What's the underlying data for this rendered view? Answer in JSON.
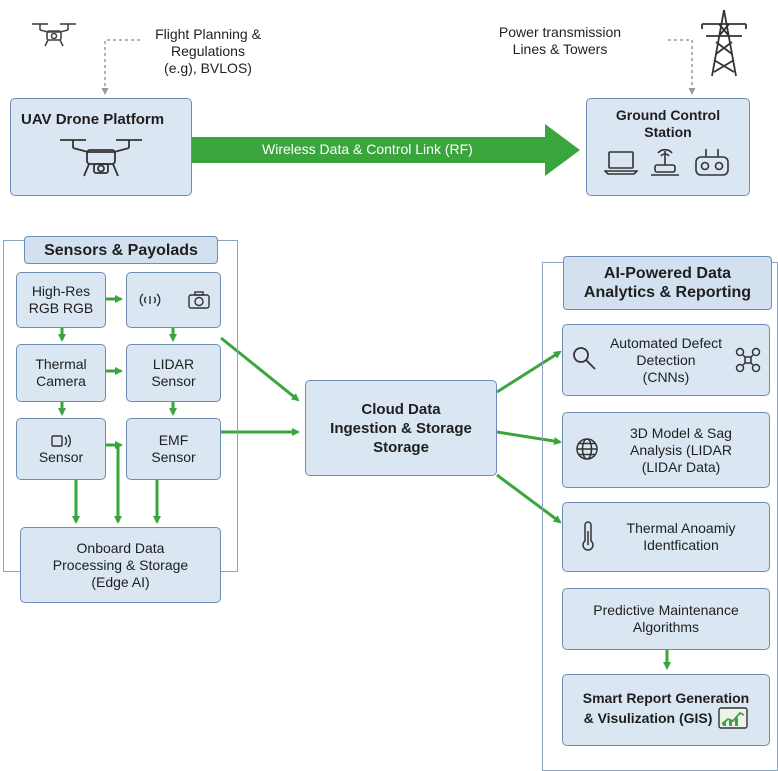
{
  "top": {
    "flight_planning": [
      "Flight Planning &",
      "Regulations",
      "(e.g), BVLOS)"
    ],
    "power_lines": [
      "Power transmission",
      "Lines & Towers"
    ],
    "uav_platform": "UAV Drone Platform",
    "ground_station": [
      "Ground Control",
      "Station"
    ],
    "rf_link": "Wireless Data & Control Link (RF)"
  },
  "sensors": {
    "title": "Sensors & Payolads",
    "high_res": [
      "High-Res",
      "RGB RGB"
    ],
    "thermal": [
      "Thermal",
      "Camera"
    ],
    "lidar": [
      "LIDAR",
      "Sensor"
    ],
    "sensor": "Sensor",
    "emf": [
      "EMF",
      "Sensor"
    ],
    "onboard": [
      "Onboard Data",
      "Processing & Storage",
      "(Edge AI)"
    ]
  },
  "cloud": [
    "Cloud Data",
    "Ingestion & Storage",
    "Storage"
  ],
  "analytics": {
    "title": [
      "AI-Powered Data",
      "Analytics & Reporting"
    ],
    "defect": [
      "Automated Defect",
      "Detection",
      "(CNNs)"
    ],
    "model3d": [
      "3D Model & Sag",
      "Analysis (LIDAR",
      "(LIDAr Data)"
    ],
    "thermal_anomaly": [
      "Thermal Anoamiy",
      "Identfication"
    ],
    "predictive": [
      "Predictive Maintenance",
      "Algorithms"
    ],
    "smart_report": [
      "Smart Report Generation",
      "& Visulization (GIS)"
    ]
  },
  "colors": {
    "box_fill": "#dbe6f3",
    "box_border": "#6f8db3",
    "arrow_green": "#3aa53c",
    "dotted_gray": "#9a9a9a"
  },
  "icons": [
    "drone-icon",
    "tower-icon",
    "laptop-icon",
    "antenna-icon",
    "controller-icon",
    "wifi-icon",
    "camera-icon",
    "signal-icon",
    "magnifier-icon",
    "quad-icon",
    "globe-icon",
    "thermometer-icon",
    "chart-icon"
  ]
}
